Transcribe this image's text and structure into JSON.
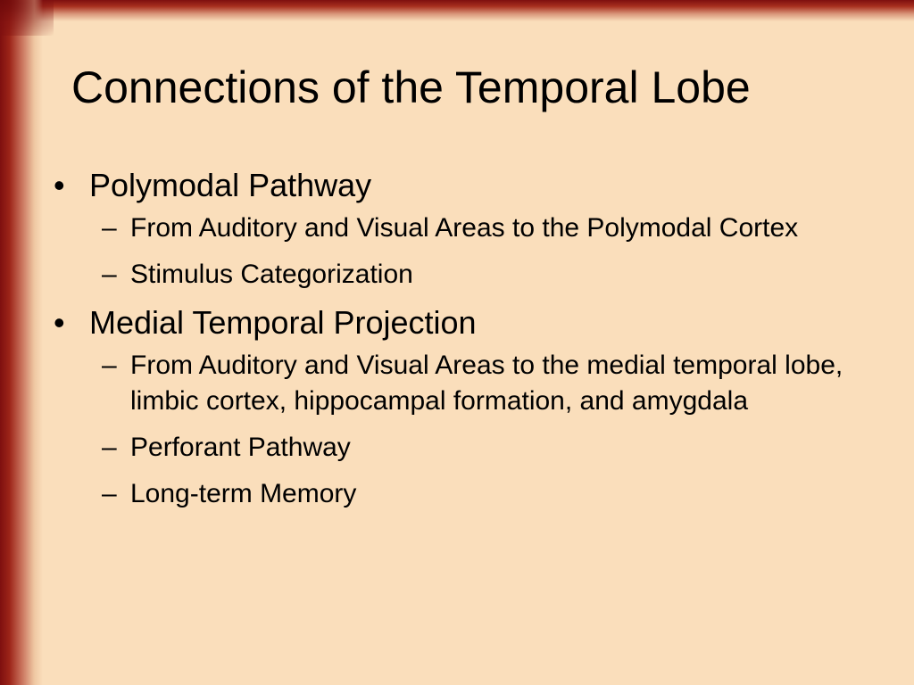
{
  "slide": {
    "title": "Connections of the Temporal Lobe",
    "bullet_marker": "•",
    "sub_marker": "–",
    "items": [
      {
        "text": "Polymodal Pathway",
        "subitems": [
          "From Auditory and Visual Areas to the Polymodal Cortex",
          "Stimulus Categorization"
        ]
      },
      {
        "text": "Medial Temporal Projection",
        "subitems": [
          "From Auditory and Visual Areas to the medial temporal lobe, limbic cortex, hippocampal formation, and amygdala",
          "Perforant Pathway",
          "Long-term Memory"
        ]
      }
    ]
  },
  "colors": {
    "background": "#fadebb",
    "frame": "#7e0f0f",
    "text": "#000000"
  }
}
